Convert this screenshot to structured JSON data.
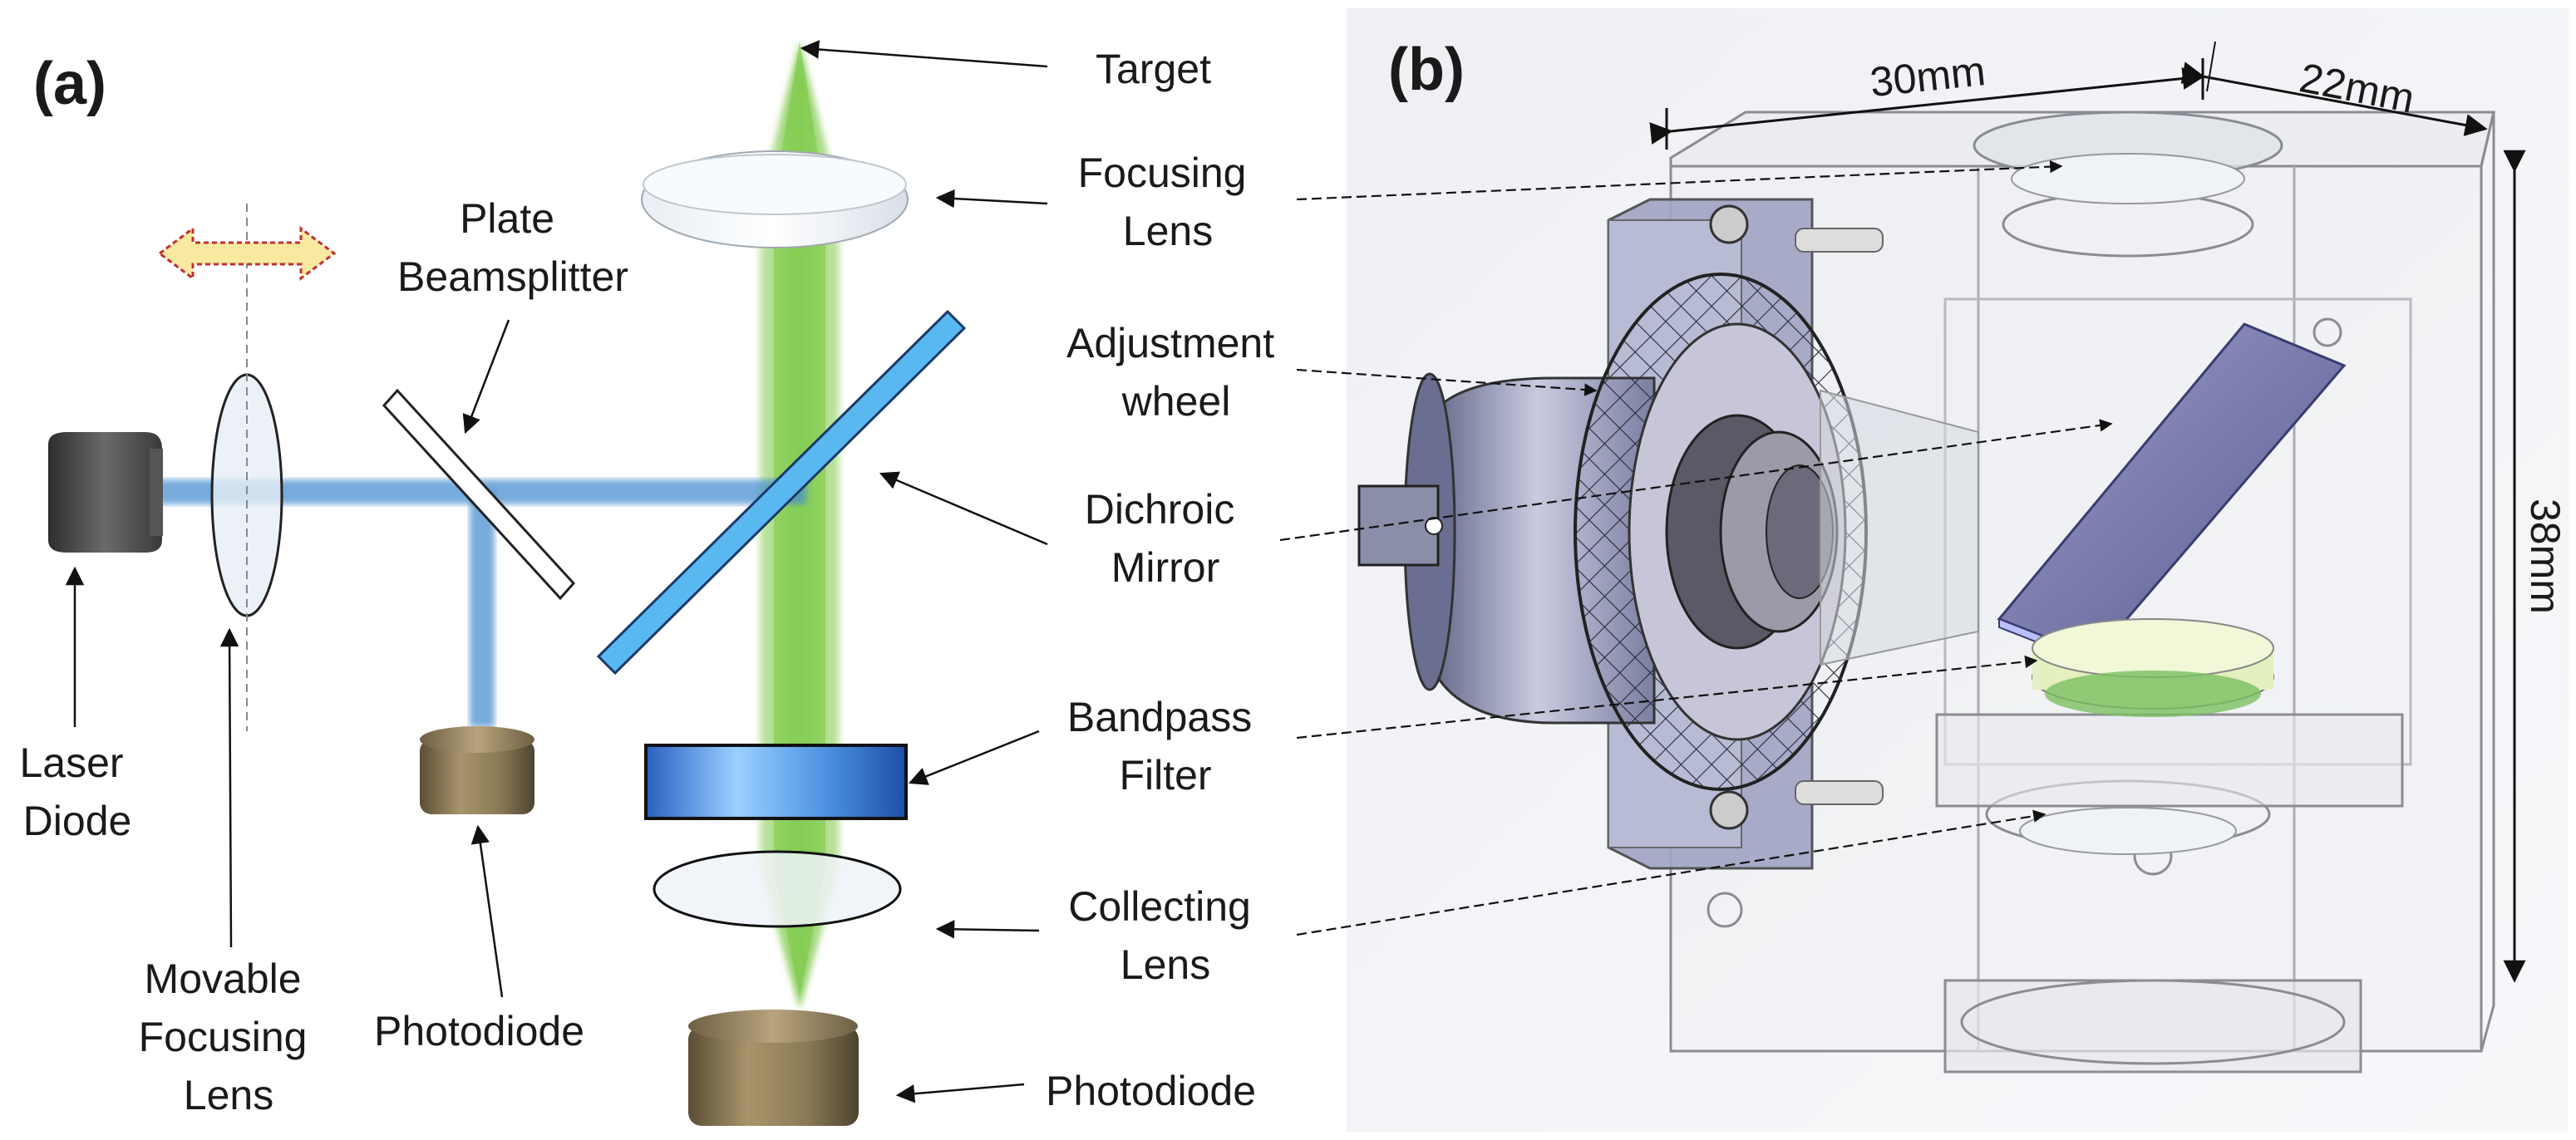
{
  "panel_a": {
    "label": "(a)",
    "labels": {
      "target": "Target",
      "focusing_lens": [
        "Focusing",
        "Lens"
      ],
      "plate_beamsplitter": [
        "Plate",
        "Beamsplitter"
      ],
      "adjustment_wheel": [
        "Adjustment",
        "wheel"
      ],
      "dichroic_mirror": [
        "Dichroic",
        "Mirror"
      ],
      "bandpass_filter": [
        "Bandpass",
        "Filter"
      ],
      "collecting_lens": [
        "Collecting",
        "Lens"
      ],
      "photodiode_bottom": "Photodiode",
      "photodiode_middle": "Photodiode",
      "laser_diode": [
        "Laser",
        "Diode"
      ],
      "movable_focusing_lens": [
        "Movable",
        "Focusing",
        "Lens"
      ]
    }
  },
  "panel_b": {
    "label": "(b)",
    "dimensions": {
      "width": "30mm",
      "depth": "22mm",
      "height": "38mm"
    }
  },
  "colors": {
    "laser_beam": "#4a8fd0",
    "green_beam": "#8fd05a",
    "dichroic": "#5ab8f0",
    "filter": "#3a7fd8",
    "photodiode": "#7a6a4a",
    "laser_body": "#444444",
    "arrow_fill": "#f8e8a0",
    "arrow_stroke": "#c03030"
  }
}
